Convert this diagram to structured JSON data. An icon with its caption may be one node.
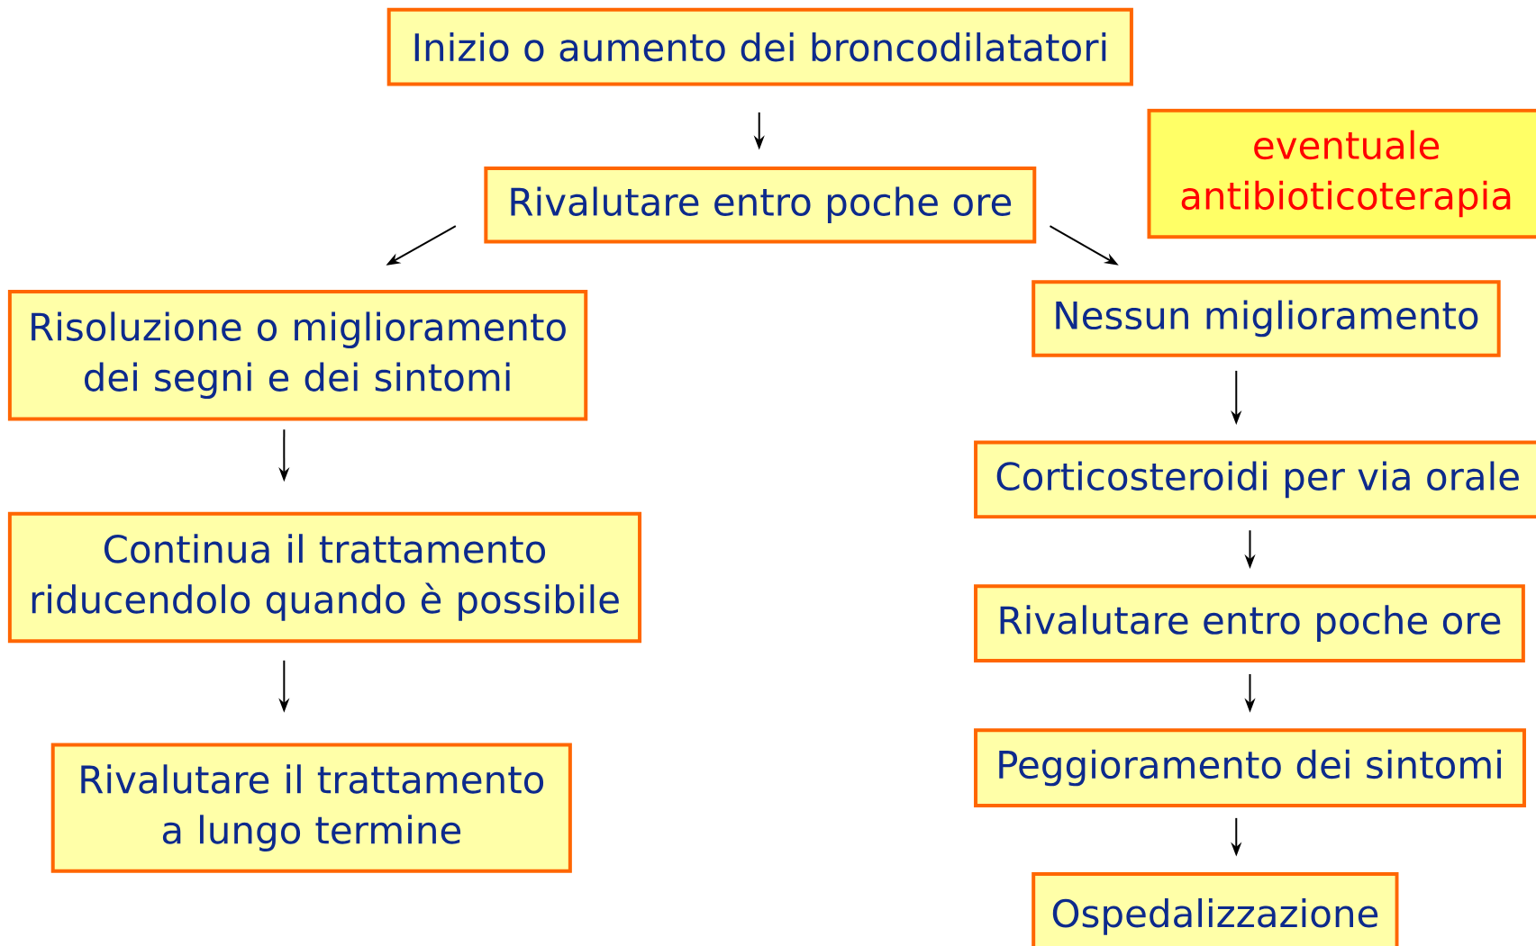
{
  "diagram": {
    "nodes": [
      {
        "text": [
          "Inizio o aumento dei broncodilatatori"
        ]
      },
      {
        "text": [
          "Rivalutare entro poche ore"
        ]
      },
      {
        "text": [
          "eventuale antibioticoterapia"
        ]
      },
      {
        "text": [
          "Risoluzione o miglioramento dei segni e dei sintomi"
        ]
      },
      {
        "text": [
          "Nessun miglioramento"
        ]
      },
      {
        "text": [
          "Continua il trattamento riducendolo quando è possibile"
        ]
      },
      {
        "text": [
          "Corticosteroidi per via orale"
        ]
      },
      {
        "text": [
          "Rivalutare il trattamento a lungo termine"
        ]
      },
      {
        "text": [
          "Rivalutare entro poche ore"
        ]
      },
      {
        "text": [
          "Peggioramento dei sintomi"
        ]
      },
      {
        "text": [
          "Ospedalizzazione"
        ]
      }
    ],
    "edges": [
      {
        "from": 0,
        "to": 1,
        "arrow": "to"
      },
      {
        "from": 1,
        "to": 3,
        "arrow": "to"
      },
      {
        "from": 1,
        "to": 4,
        "arrow": "to"
      },
      {
        "from": 3,
        "to": 5,
        "arrow": "to"
      },
      {
        "from": 5,
        "to": 7,
        "arrow": "to"
      },
      {
        "from": 4,
        "to": 6,
        "arrow": "to"
      },
      {
        "from": 6,
        "to": 8,
        "arrow": "to"
      },
      {
        "from": 8,
        "to": 9,
        "arrow": "to"
      },
      {
        "from": 9,
        "to": 10,
        "arrow": "to"
      }
    ]
  }
}
